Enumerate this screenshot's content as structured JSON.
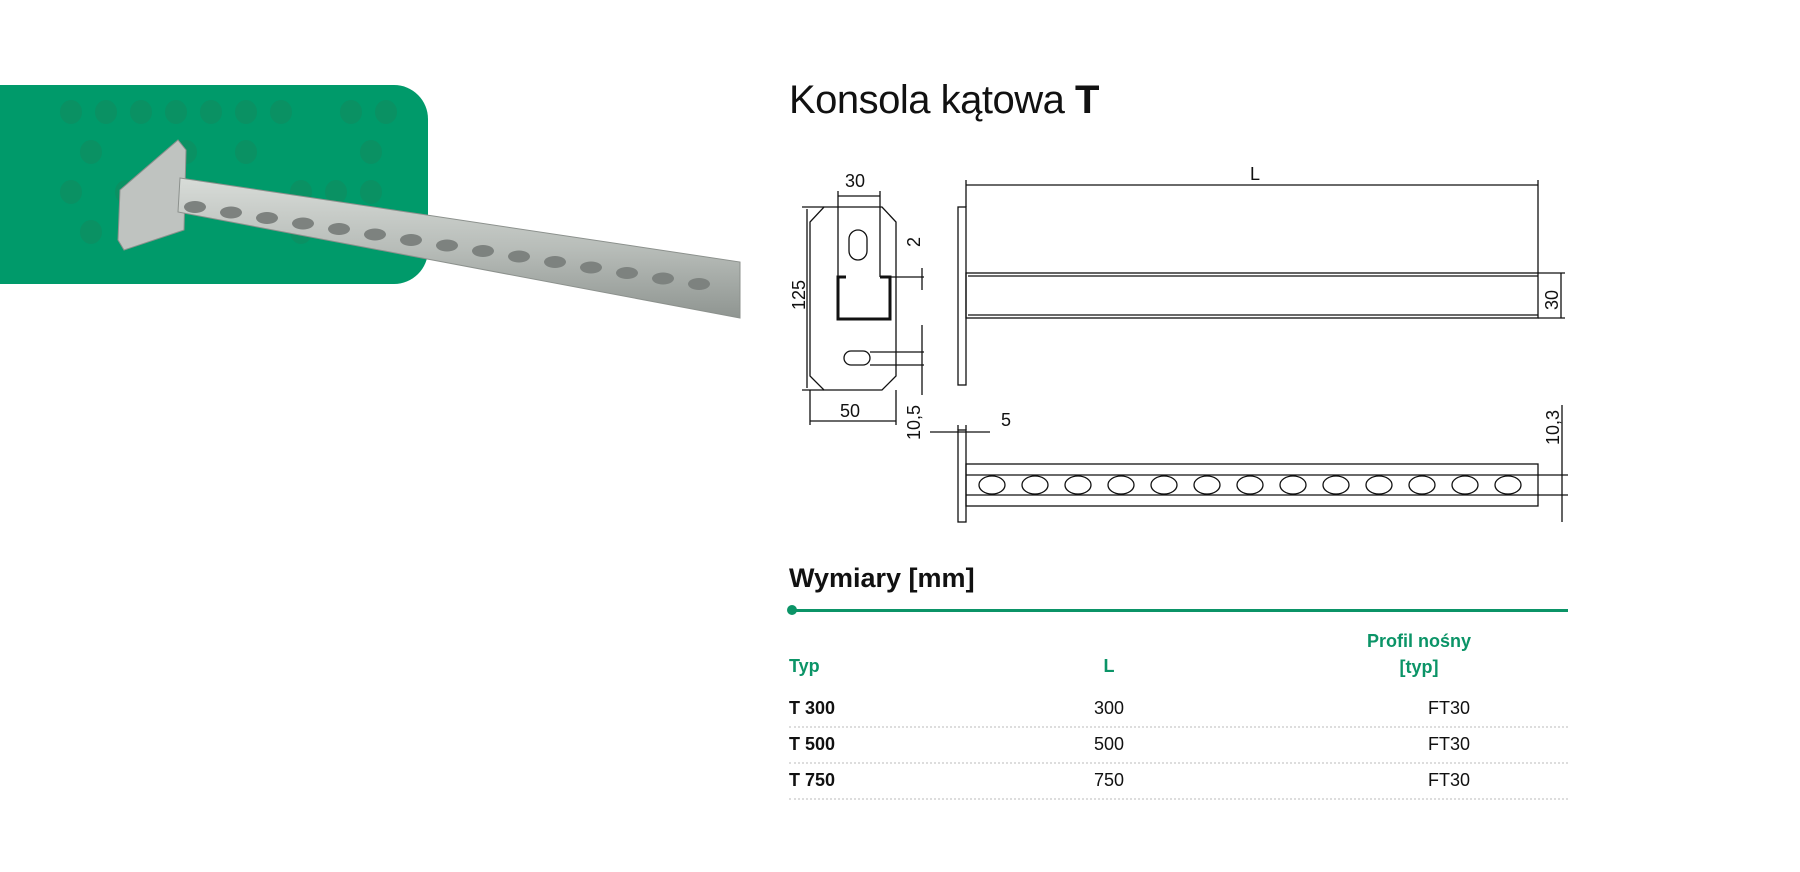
{
  "header": {
    "title_prefix": "Konsola kątowa",
    "title_bold": "T"
  },
  "drawing": {
    "dims": {
      "width_top": "30",
      "height": "125",
      "gap": "2",
      "width_bottom": "50",
      "hole_offset": "10,5",
      "length": "L",
      "profile_height": "30",
      "plate_thickness": "5",
      "slot_width": "10,3"
    }
  },
  "table": {
    "title": "Wymiary [mm]",
    "headers": {
      "typ": "Typ",
      "l": "L",
      "profil_line1": "Profil nośny",
      "profil_line2": "[typ]"
    },
    "rows": [
      {
        "typ": "T 300",
        "l": "300",
        "profil": "FT30"
      },
      {
        "typ": "T 500",
        "l": "500",
        "profil": "FT30"
      },
      {
        "typ": "T 750",
        "l": "750",
        "profil": "FT30"
      }
    ]
  },
  "colors": {
    "accent": "#0b9467",
    "panel": "#009a6a"
  }
}
